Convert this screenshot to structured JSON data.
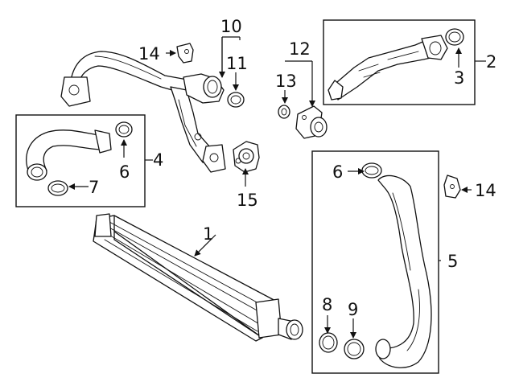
{
  "callouts": {
    "c1": "1",
    "c2": "2",
    "c3": "3",
    "c4": "4",
    "c5": "5",
    "c6a": "6",
    "c6b": "6",
    "c7": "7",
    "c8": "8",
    "c9": "9",
    "c10": "10",
    "c11": "11",
    "c12": "12",
    "c13": "13",
    "c14a": "14",
    "c14b": "14",
    "c15": "15"
  }
}
